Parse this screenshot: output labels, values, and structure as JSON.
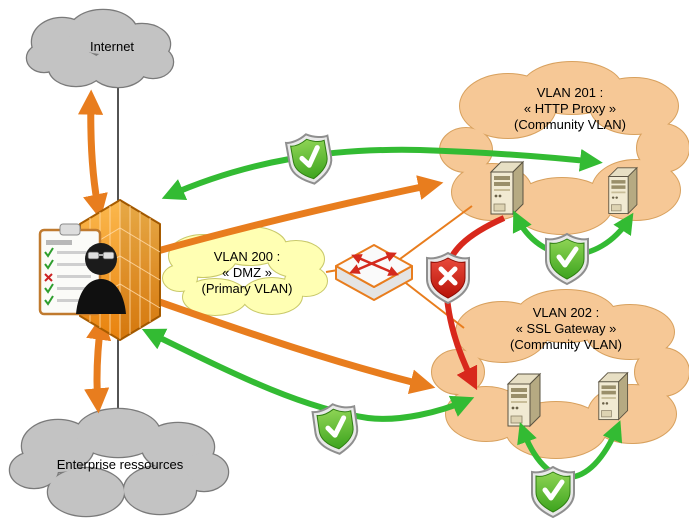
{
  "clouds": {
    "internet": {
      "label": "Internet"
    },
    "enterprise": {
      "label": "Enterprise ressources"
    },
    "vlan200": {
      "title": "VLAN 200 :",
      "name": "« DMZ »",
      "type": "(Primary VLAN)"
    },
    "vlan201": {
      "title": "VLAN 201 :",
      "name": "« HTTP Proxy »",
      "type": "(Community VLAN)"
    },
    "vlan202": {
      "title": "VLAN 202 :",
      "name": "« SSL Gateway »",
      "type": "(Community VLAN)"
    }
  },
  "icons": {
    "firewall": "orange-firewall-wall",
    "auditor": "spy-with-security-checklist",
    "switch": "network-switch-red-arrows",
    "server": "beige-tower-server",
    "shield_allowed": "green-shield-checkmark",
    "shield_blocked": "red-shield-cross"
  },
  "colors": {
    "allowed_traffic_green": "#33bb33",
    "primary_traffic_orange": "#e87d1e",
    "blocked_traffic_red": "#d8281c",
    "gray_cloud": "#c3c3c3",
    "dmz_cloud_yellow": "#ffffb3",
    "community_cloud_peach": "#f6c896",
    "firewall_orange": "#ed8712"
  }
}
